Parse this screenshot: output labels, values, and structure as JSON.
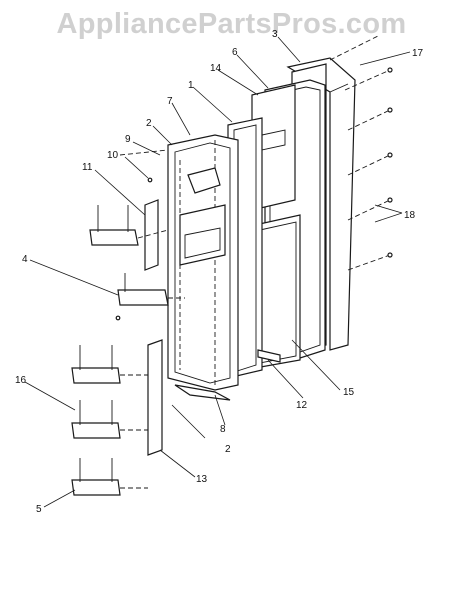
{
  "watermark": "AppliancePartsPros.com",
  "callouts": {
    "c1": "1",
    "c2a": "2",
    "c2b": "2",
    "c3": "3",
    "c4": "4",
    "c5": "5",
    "c6": "6",
    "c7": "7",
    "c8": "8",
    "c9": "9",
    "c10": "10",
    "c11": "11",
    "c12": "12",
    "c13": "13",
    "c14": "14",
    "c15": "15",
    "c16": "16",
    "c17": "17",
    "c18": "18"
  }
}
